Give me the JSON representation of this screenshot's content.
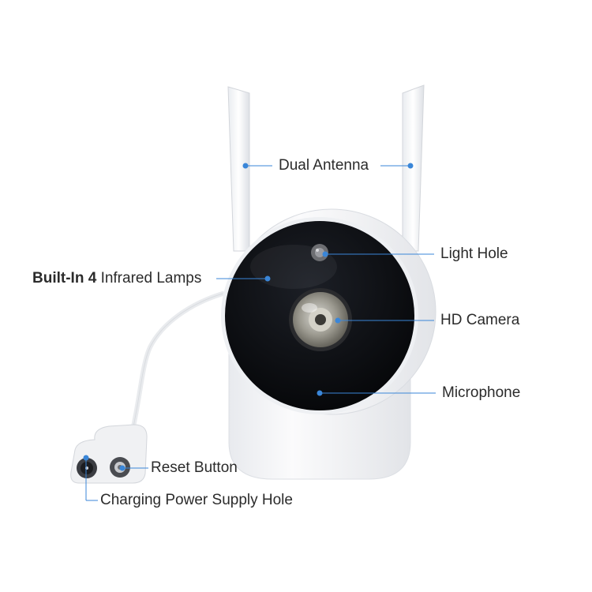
{
  "labels": {
    "dual_antenna": "Dual Antenna",
    "light_hole": "Light Hole",
    "infrared_bold": "Built-In 4",
    "infrared_rest": "Infrared Lamps",
    "hd_camera": "HD Camera",
    "microphone": "Microphone",
    "reset_button": "Reset Button",
    "charging_hole": "Charging Power Supply Hole"
  },
  "colors": {
    "callout": "#3a86d8",
    "body": "#f4f5f7",
    "face": "#0b0c10",
    "text": "#2b2b2b"
  }
}
